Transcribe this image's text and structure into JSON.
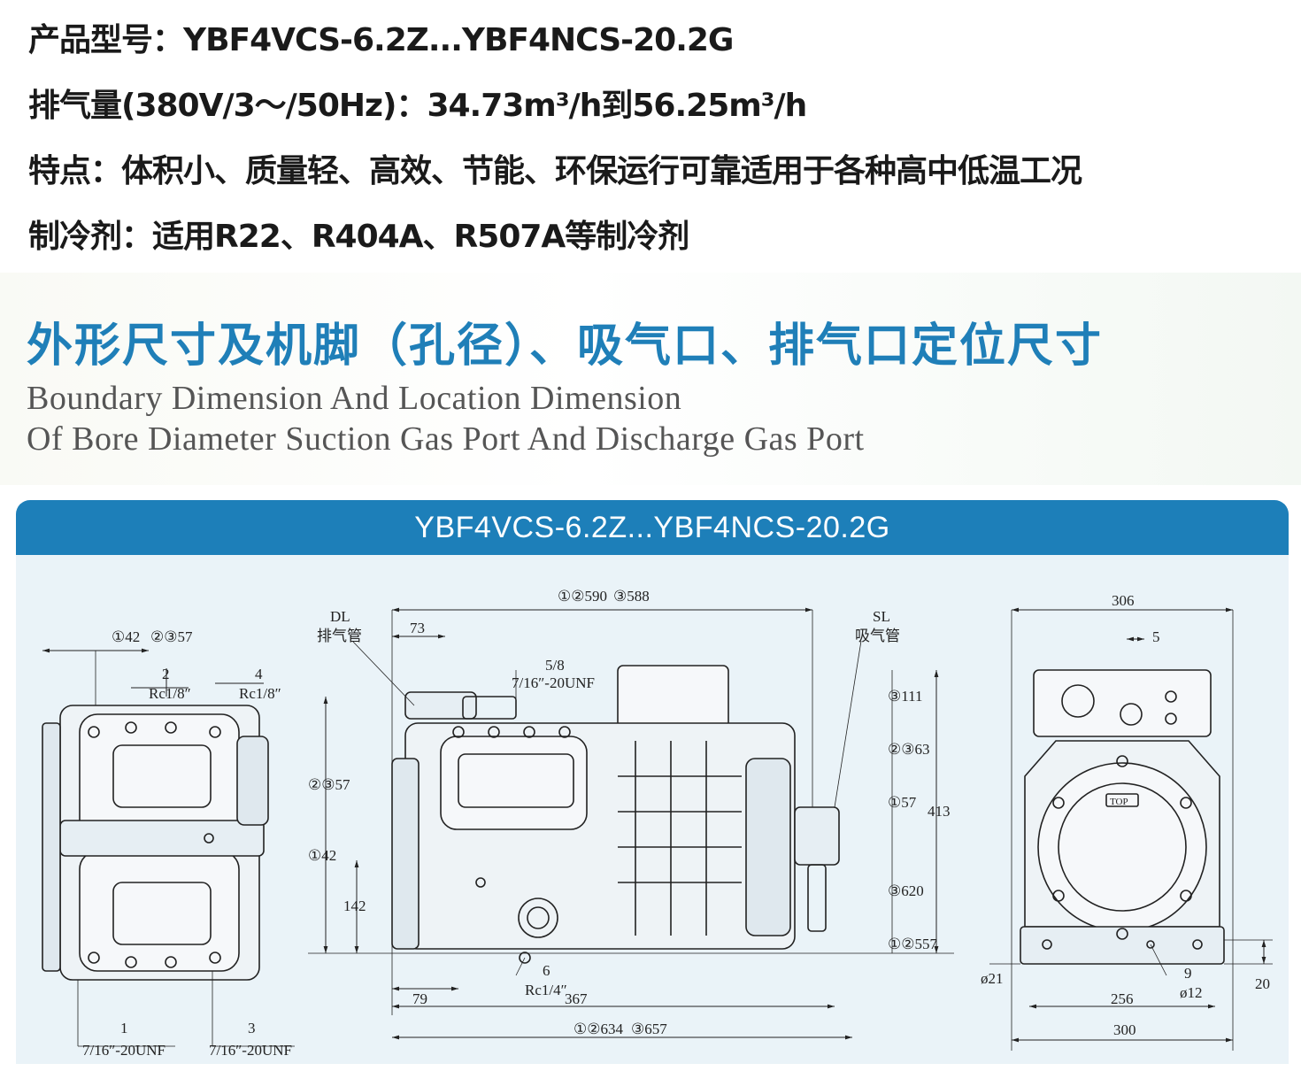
{
  "specs": {
    "model": "产品型号：YBF4VCS-6.2Z...YBF4NCS-20.2G",
    "displacement": "排气量(380V/3～/50Hz)：34.73m³/h到56.25m³/h",
    "features": "特点：体积小、质量轻、高效、节能、环保运行可靠适用于各种高中低温工况",
    "refrigerant": "制冷剂：适用R22、R404A、R507A等制冷剂"
  },
  "section": {
    "title_cn": "外形尺寸及机脚（孔径）、吸气口、排气口定位尺寸",
    "title_en_1": "Boundary Dimension And Location Dimension",
    "title_en_2": "Of Bore Diameter Suction Gas Port And Discharge Gas Port"
  },
  "panel": {
    "title": "YBF4VCS-6.2Z...YBF4NCS-20.2G"
  },
  "drawing": {
    "top_view": {
      "dim_top_1": "①42",
      "dim_top_2": "②③57",
      "port_2": "2",
      "port_2_thread": "Rc1/8″",
      "port_4": "4",
      "port_4_thread": "Rc1/8″",
      "port_1": "1",
      "port_1_thread": "7/16″-20UNF",
      "port_3": "3",
      "port_3_thread": "7/16″-20UNF"
    },
    "side_view": {
      "dim_len_top_1": "①②590",
      "dim_len_top_2": "③588",
      "dl_label": "DL",
      "dl_cn": "排气管",
      "dim_73": "73",
      "port_5": "5/8",
      "port_5_thread": "7/16″-20UNF",
      "sl_label": "SL",
      "sl_cn": "吸气管",
      "dim_h_1": "③111",
      "dim_h_2": "②③63",
      "dim_h_3": "①57",
      "dim_h_4": "③620",
      "dim_h_5": "①②557",
      "dim_413": "413",
      "dim_left_1": "②③57",
      "dim_left_2": "①42",
      "dim_142": "142",
      "port_6": "6",
      "port_6_thread": "Rc1/4″",
      "dim_367": "367",
      "dim_79": "79",
      "dim_len_bottom_1": "①②634",
      "dim_len_bottom_2": "③657"
    },
    "front_view": {
      "dim_306": "306",
      "dim_5": "5",
      "top_mark": "TOP",
      "dim_d21": "ø21",
      "port_9": "9",
      "dim_d12": "ø12",
      "dim_20": "20",
      "dim_256": "256",
      "dim_300": "300"
    }
  }
}
